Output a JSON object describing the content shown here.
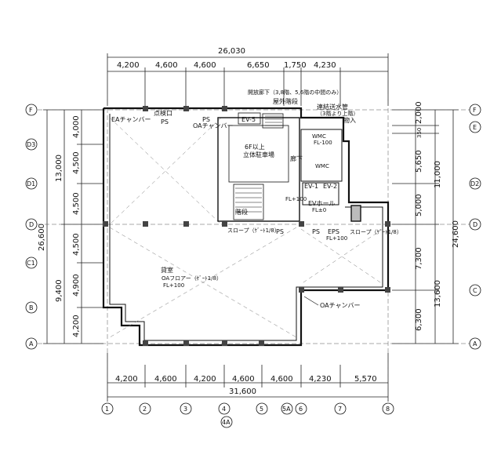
{
  "overall": {
    "top_total": "26,030",
    "bottom_total": "31,600",
    "left_total": "26,600",
    "right_total": "24,600"
  },
  "top_dims": [
    "4,200",
    "4,600",
    "4,600",
    "6,650",
    "1,750",
    "4,230"
  ],
  "bottom_dims": [
    "4,200",
    "4,600",
    "4,200",
    "4,600",
    "4,600",
    "4,230",
    "5,570"
  ],
  "left_inner": [
    "4,000",
    "4,500",
    "4,500",
    "4,500",
    "4,900",
    "4,200"
  ],
  "left_mid": [
    "13,000",
    "9,400"
  ],
  "right_inner": [
    "2,000",
    "350",
    "5,650",
    "5,000",
    "7,300",
    "6,300"
  ],
  "right_mid": [
    "11,000",
    "13,600"
  ],
  "grid_rows": [
    "F",
    "E",
    "D3",
    "D1",
    "D2",
    "D",
    "C1",
    "C",
    "B",
    "A"
  ],
  "grid_cols": [
    "1",
    "2",
    "3",
    "4",
    "4A",
    "5",
    "5A",
    "6",
    "7",
    "8"
  ],
  "labels": {
    "ea_chamber": "EAチャンバー",
    "ps_top_left": "PS",
    "oa_chamber_top": "OAチャンバー",
    "ps_top_right": "PS",
    "ps_top_small": "点検口",
    "ev5": "EV-5",
    "open_corridor": "開放廊下（3,8階、5,6階の中間のみ）",
    "outdoor_stair": "屋外階段",
    "water_pipe": "連結送水管",
    "water_pipe_sub": "（3階より上階）",
    "delivery": "物入",
    "wc_wm": "WMC",
    "wc_fl": "FL-100",
    "wc_w": "WMC",
    "parking": "立体駐車場",
    "parking_sub": "6F以上",
    "corridor": "廊下",
    "hall_stair": "階段",
    "ev1": "EV-1",
    "ev2": "EV-2",
    "ev_hall": "EVホール",
    "ev_hall_fl": "FL±0",
    "slope_left": "スロープ（ｹﾞｰﾄ1/8）",
    "ps_mid": "PS",
    "ps_right": "PS",
    "eps": "EPS",
    "eps_fl": "FL+100",
    "slope_right": "スロープ（ｹﾞｰﾄ1/8）",
    "fl_lower": "FL+100",
    "office": "貸室",
    "office_oa": "OAフロアー（ｹﾞｰﾄ1/8）",
    "office_fl": "FL+100",
    "oa_chamber_bottom": "OAチャンバー"
  }
}
